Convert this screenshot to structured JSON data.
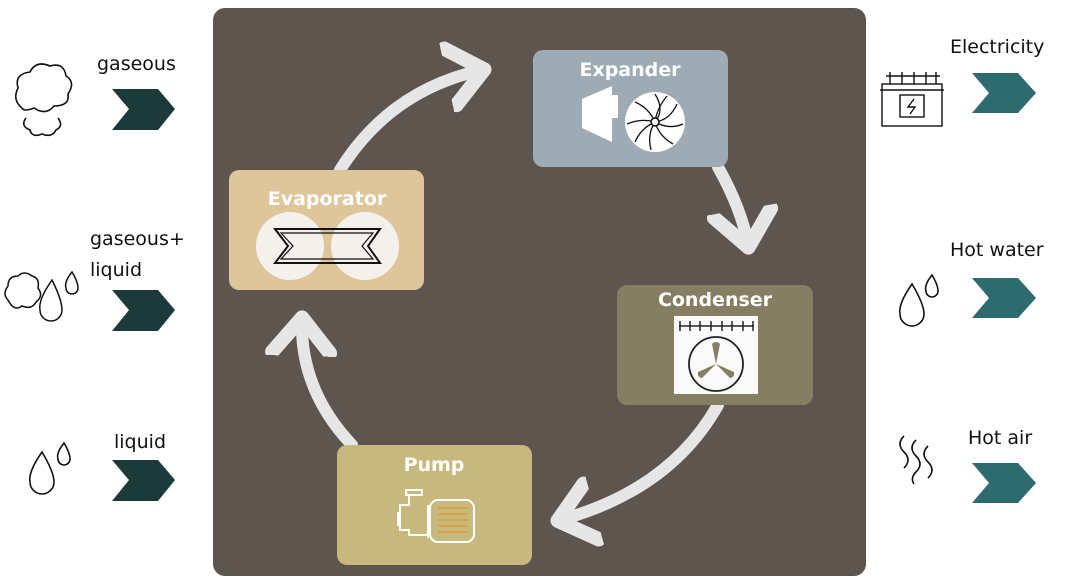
{
  "inputs": [
    {
      "label_lines": [
        "gaseous"
      ],
      "icon": "cloud-icon"
    },
    {
      "label_lines": [
        "gaseous+",
        "liquid"
      ],
      "icon": "cloud-drops-icon"
    },
    {
      "label_lines": [
        "liquid"
      ],
      "icon": "drops-icon"
    }
  ],
  "outputs": [
    {
      "label": "Electricity",
      "icon": "transformer-icon"
    },
    {
      "label": "Hot water",
      "icon": "drops-icon"
    },
    {
      "label": "Hot air",
      "icon": "heat-waves-icon"
    }
  ],
  "components": {
    "expander": "Expander",
    "evaporator": "Evaporator",
    "condenser": "Condenser",
    "pump": "Pump"
  },
  "colors": {
    "panel": "#5d554e",
    "expander": "#9eabb5",
    "evaporator": "#dfc59a",
    "condenser": "#857e62",
    "pump": "#c7b97e",
    "input_chevron": "#1c3a3a",
    "output_chevron": "#2e6b6e",
    "arrow": "#e6e6e6"
  }
}
